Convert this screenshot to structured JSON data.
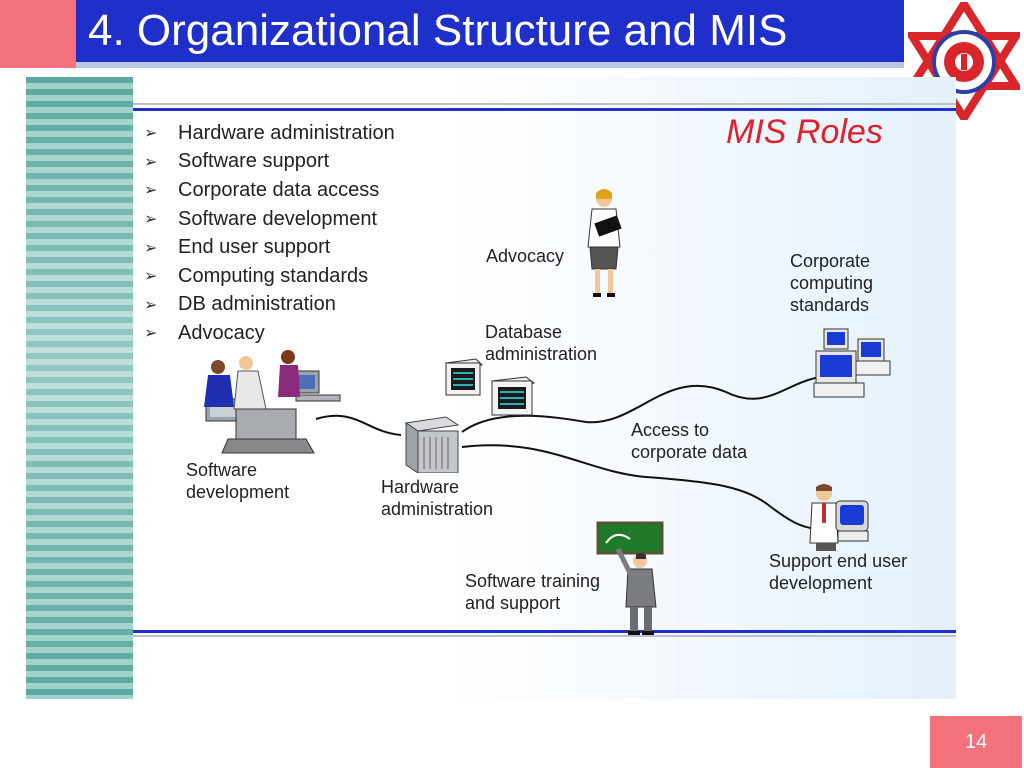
{
  "header": {
    "title": "4. Organizational Structure and MIS"
  },
  "slide": {
    "bullets": [
      "Hardware administration",
      "Software support",
      "Corporate data access",
      "Software development",
      "End user support",
      "Computing standards",
      "DB administration",
      "Advocacy"
    ],
    "bullet_marker": "➢",
    "diagram_title": "MIS Roles",
    "labels": {
      "advocacy": "Advocacy",
      "corporate_standards": [
        "Corporate",
        "computing",
        "standards"
      ],
      "database_admin": [
        "Database",
        "administration"
      ],
      "access_data": [
        "Access to",
        "corporate data"
      ],
      "software_dev": [
        "Software",
        "development"
      ],
      "hardware_admin": [
        "Hardware",
        "administration"
      ],
      "support_end_user": [
        "Support end user",
        "development"
      ],
      "software_training": [
        "Software training",
        "and support"
      ]
    },
    "icons": [
      "team-at-workstation-icon",
      "server-tower-icon",
      "disk-drive-icon",
      "woman-with-folder-icon",
      "desktop-computers-icon",
      "man-at-computer-icon",
      "presenter-with-chalkboard-icon",
      "emblem-icon"
    ],
    "colors": {
      "title_bar": "#1f2fc9",
      "accent_pink": "#f4727b",
      "diagram_title": "#e0202b",
      "rule_blue": "#1f2fc9",
      "stripe_teal": "#5aa9a1"
    }
  },
  "footer": {
    "page_number": "14"
  }
}
